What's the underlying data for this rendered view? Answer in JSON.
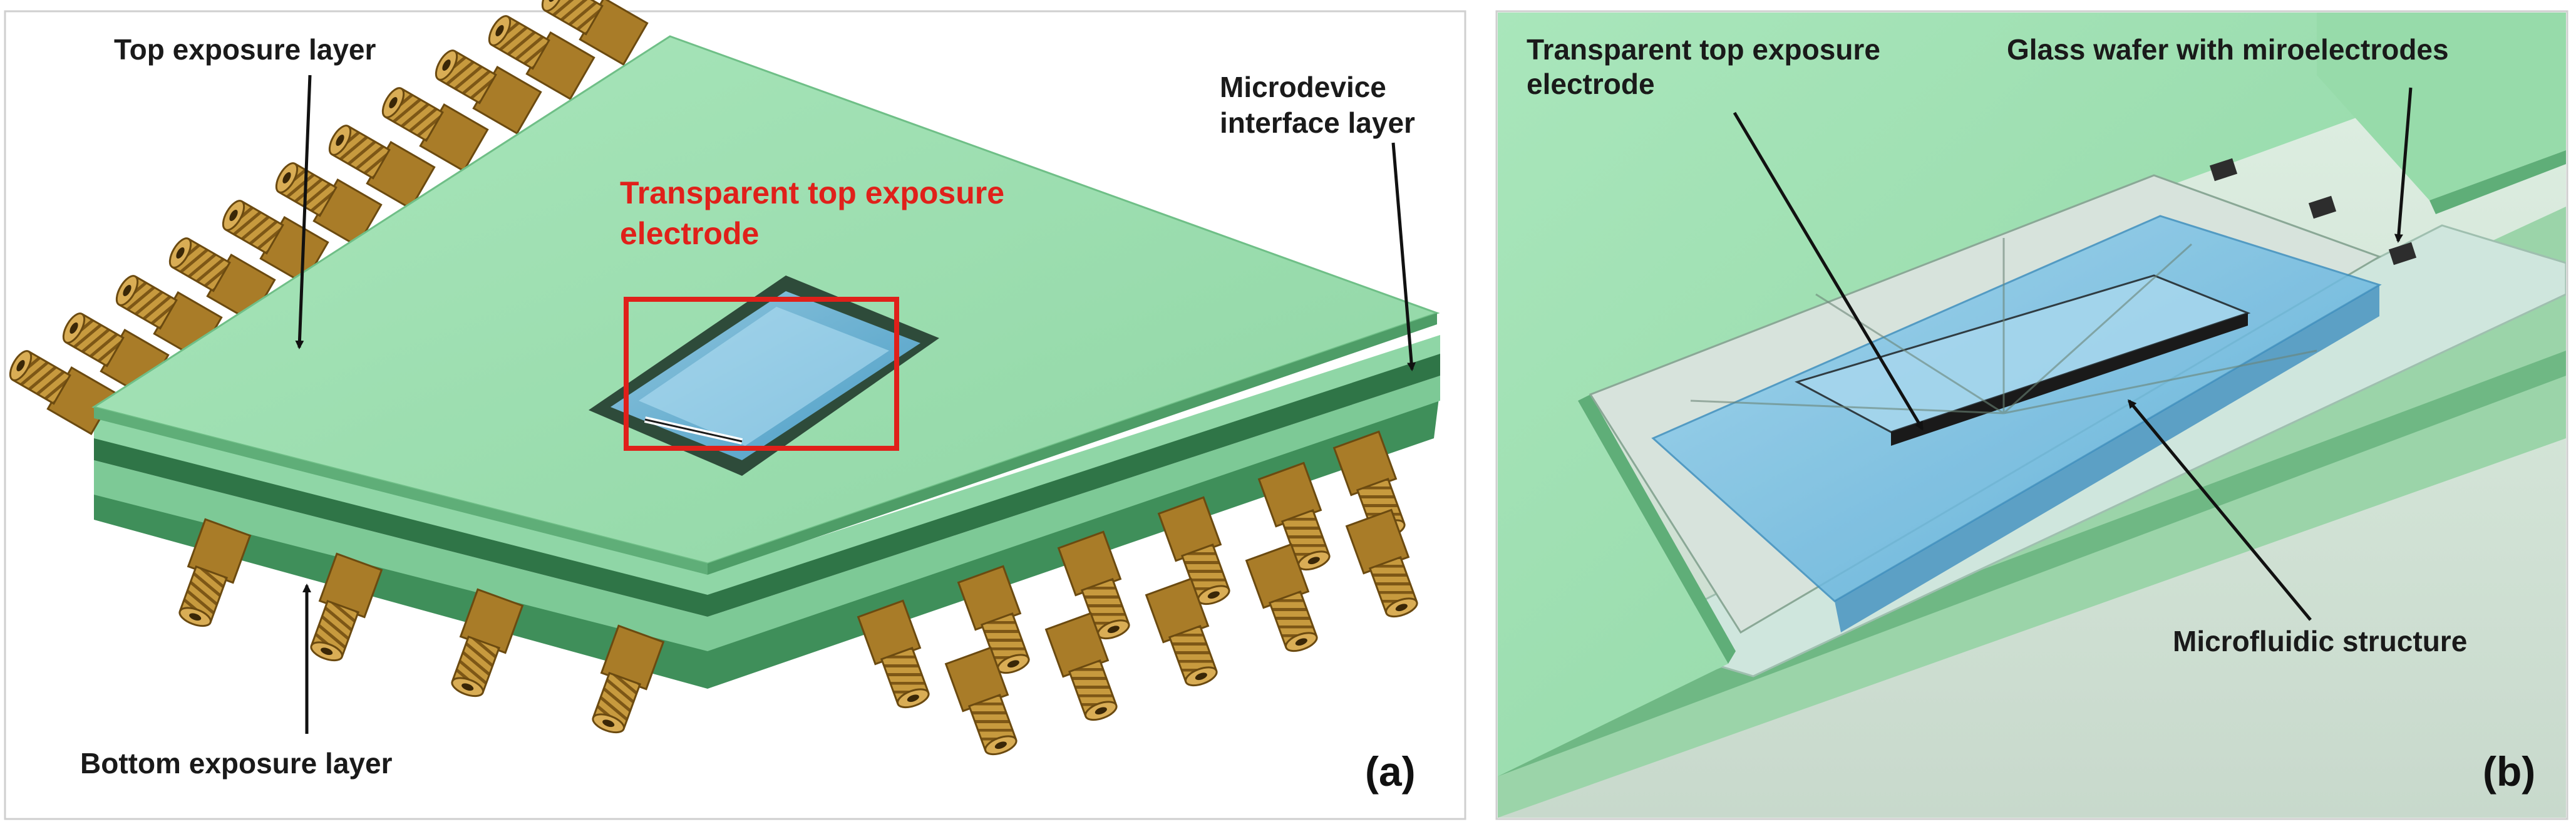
{
  "panel_a": {
    "top_exposure_label": "Top exposure layer",
    "microdevice_label_line1": "Microdevice",
    "microdevice_label_line2": "interface layer",
    "electrode_label_line1": "Transparent top exposure",
    "electrode_label_line2": "electrode",
    "bottom_exposure_label": "Bottom exposure layer",
    "panel_letter": "(a)"
  },
  "panel_b": {
    "electrode_label_line1": "Transparent top exposure",
    "electrode_label_line2": "electrode",
    "glass_wafer_label": "Glass wafer with miroelectrodes",
    "microfluidic_label": "Microfluidic structure",
    "panel_letter": "(b)"
  },
  "colors": {
    "pcb_green": "#9fe0b0",
    "pcb_green_dark": "#63b87d",
    "connector_gold": "#b8892f",
    "highlight_red": "#e0201a",
    "fluid_blue": "#7fc3e6"
  }
}
